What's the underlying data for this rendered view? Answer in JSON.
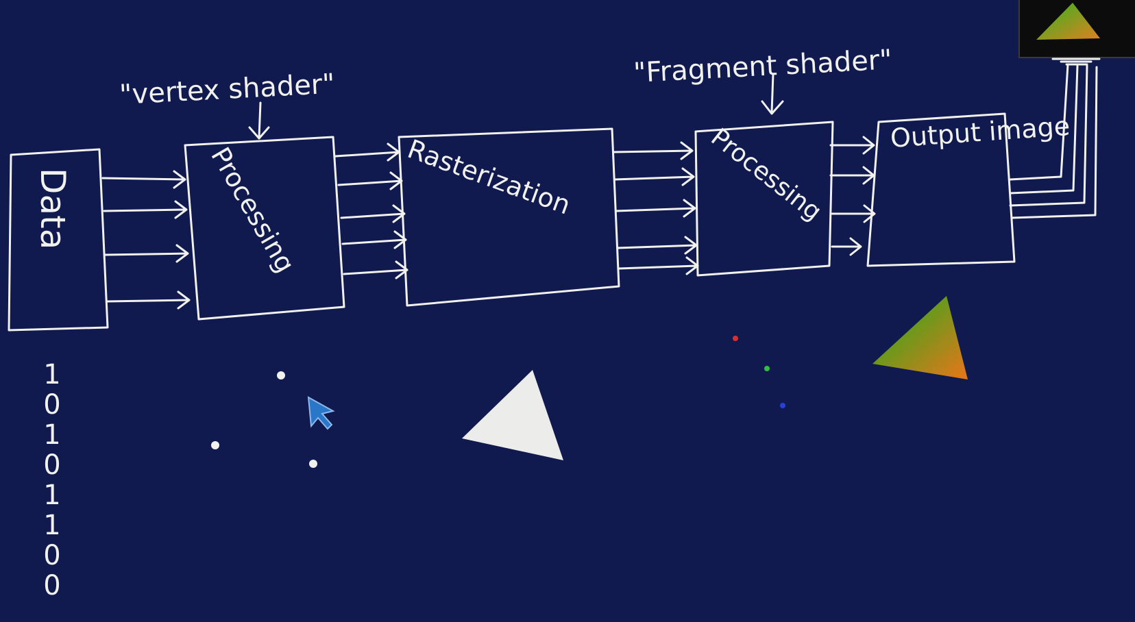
{
  "diagram": {
    "labels": {
      "vertex_shader": "\"vertex shader\"",
      "fragment_shader": "\"Fragment shader\""
    },
    "stages": [
      {
        "label": "Data"
      },
      {
        "label": "Processing"
      },
      {
        "label": "Rasterization"
      },
      {
        "label": "Processing"
      },
      {
        "label": "Output image"
      }
    ],
    "binary_digits": [
      "1",
      "0",
      "1",
      "0",
      "1",
      "1",
      "0",
      "0"
    ]
  },
  "colors": {
    "background": "#111a4e",
    "chalk": "#f1f1ee",
    "triangle_white": "#ececea",
    "gradient_green": "#35a81c",
    "gradient_orange": "#e0781a",
    "dot_red": "#d83030",
    "dot_green": "#30c040",
    "dot_blue": "#2840d8",
    "monitor": "#0c0c0c"
  }
}
